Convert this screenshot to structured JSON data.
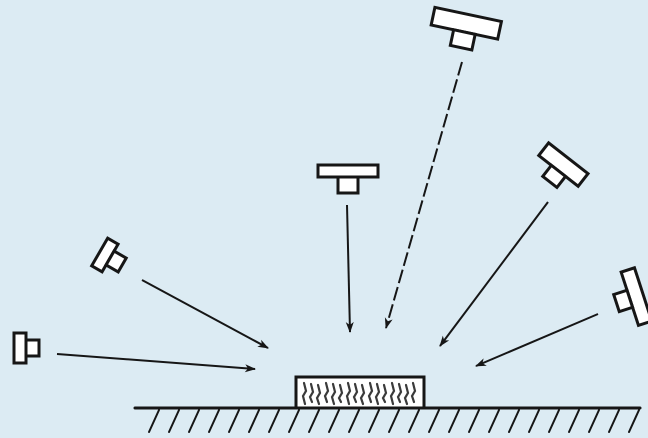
{
  "diagram": {
    "background_color": "#dcebf3",
    "ink_color": "#161616",
    "fill_color": "#ffffff",
    "object_pattern_color": "#3a3a3a",
    "emitters": [
      {
        "name": "emitter-left-low",
        "icon": "lamp-icon"
      },
      {
        "name": "emitter-left-mid",
        "icon": "lamp-icon"
      },
      {
        "name": "emitter-top-center",
        "icon": "lamp-icon"
      },
      {
        "name": "emitter-top-right-high",
        "icon": "lamp-icon"
      },
      {
        "name": "emitter-right-mid",
        "icon": "lamp-icon"
      },
      {
        "name": "emitter-right-low",
        "icon": "lamp-icon"
      }
    ],
    "target": {
      "icon": "slab-icon"
    },
    "ground": {
      "icon": "hatched-ground-icon"
    }
  }
}
